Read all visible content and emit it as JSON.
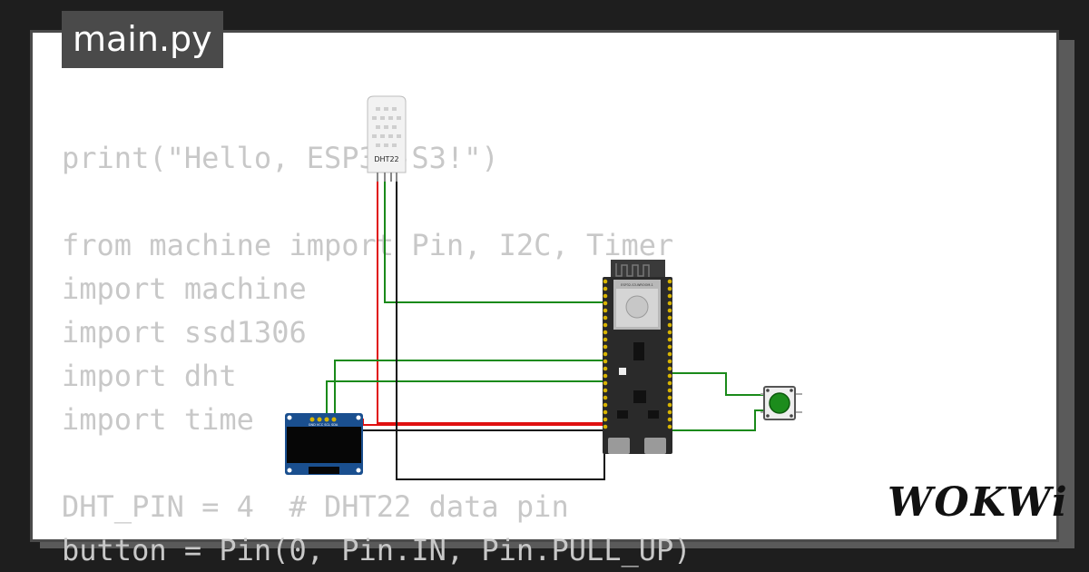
{
  "tab": {
    "filename": "main.py"
  },
  "code_lines": [
    "print(\"Hello, ESP32-S3!\")",
    "",
    "from machine import Pin, I2C, Timer",
    "import machine",
    "import ssd1306",
    "import dht",
    "import time",
    "",
    "DHT_PIN = 4  # DHT22 data pin",
    "button = Pin(0, Pin.IN, Pin.PULL_UP)"
  ],
  "components": {
    "dht_label": "DHT22",
    "oled_pins": "GND VCC SCL SDA",
    "esp_module_label": "ESP32-S3-WROOM-1"
  },
  "logo": {
    "text": "WOKWi"
  },
  "colors": {
    "wire_red": "#e01010",
    "wire_green": "#1a8a1a",
    "wire_black": "#111111",
    "board": "#2a2a2a",
    "pin_gold": "#d8b400",
    "button_green": "#1c8c1c",
    "oled_blue": "#1a4f8f"
  }
}
